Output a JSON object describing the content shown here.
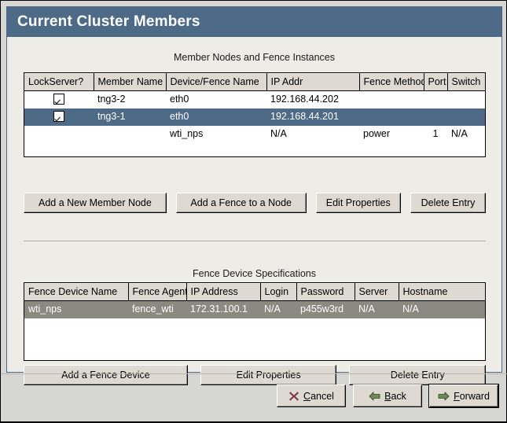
{
  "window": {
    "title": "Current Cluster Members"
  },
  "section_members": {
    "title": "Member Nodes and Fence Instances",
    "columns": [
      "LockServer?",
      "Member Name",
      "Device/Fence Name",
      "IP Addr",
      "Fence Method",
      "Port",
      "Switch"
    ],
    "rows": [
      {
        "selected": false,
        "lockserver_checked": true,
        "member_name": "tng3-2",
        "device_fence_name": "eth0",
        "ip_addr": "192.168.44.202",
        "fence_method": "",
        "port": "",
        "switch": ""
      },
      {
        "selected": true,
        "lockserver_checked": true,
        "member_name": "tng3-1",
        "device_fence_name": "eth0",
        "ip_addr": "192.168.44.201",
        "fence_method": "",
        "port": "",
        "switch": ""
      },
      {
        "selected": false,
        "lockserver_checked": false,
        "member_name": "",
        "device_fence_name": "wti_nps",
        "ip_addr": "N/A",
        "fence_method": "power",
        "port": "1",
        "switch": "N/A"
      }
    ],
    "buttons": [
      "Add a New Member Node",
      "Add a Fence to a Node",
      "Edit Properties",
      "Delete Entry"
    ]
  },
  "section_fence_devices": {
    "title": "Fence Device Specifications",
    "columns": [
      "Fence Device Name",
      "Fence Agent",
      "IP Address",
      "Login",
      "Password",
      "Server",
      "Hostname"
    ],
    "rows": [
      {
        "selected": true,
        "fence_device_name": "wti_nps",
        "fence_agent": "fence_wti",
        "ip_address": "172.31.100.1",
        "login": "N/A",
        "password": "p455w3rd",
        "server": "N/A",
        "hostname": "N/A"
      }
    ],
    "buttons": [
      "Add a Fence Device",
      "Edit Properties",
      "Delete Entry"
    ]
  },
  "footer": {
    "cancel": {
      "label_pre": "",
      "mnemonic": "C",
      "label_post": "ancel",
      "icon": "cancel-x-icon"
    },
    "back": {
      "label_pre": "",
      "mnemonic": "B",
      "label_post": "ack",
      "icon": "arrow-left-icon"
    },
    "forward": {
      "label_pre": "",
      "mnemonic": "F",
      "label_post": "orward",
      "icon": "arrow-right-icon"
    }
  },
  "colors": {
    "titlebar": "#4d6a87",
    "selection_blue": "#4d6a87",
    "selection_gray": "#8a8a80",
    "panel_bg": "#eeece6",
    "window_bg": "#d6d6d2",
    "button_face": "#dedad2",
    "cancel_icon": "#8e3b48",
    "arrow_icon": "#6f8a56"
  }
}
